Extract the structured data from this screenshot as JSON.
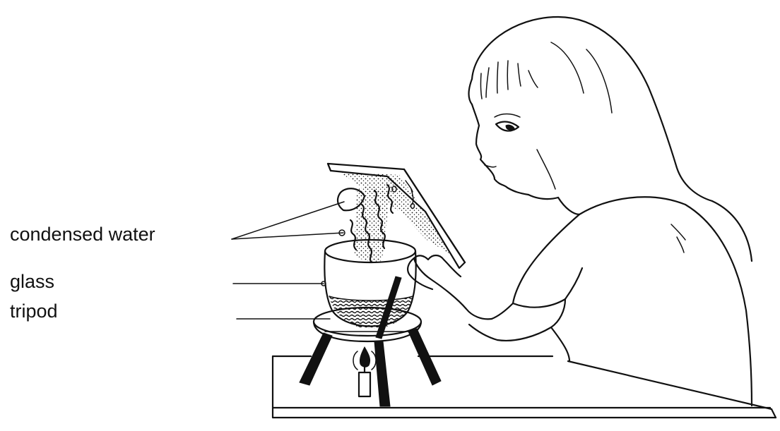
{
  "labels": {
    "condensed_water": "condensed water",
    "glass": "glass",
    "tripod": "tripod"
  },
  "colors": {
    "ink": "#111111",
    "background": "#ffffff"
  }
}
